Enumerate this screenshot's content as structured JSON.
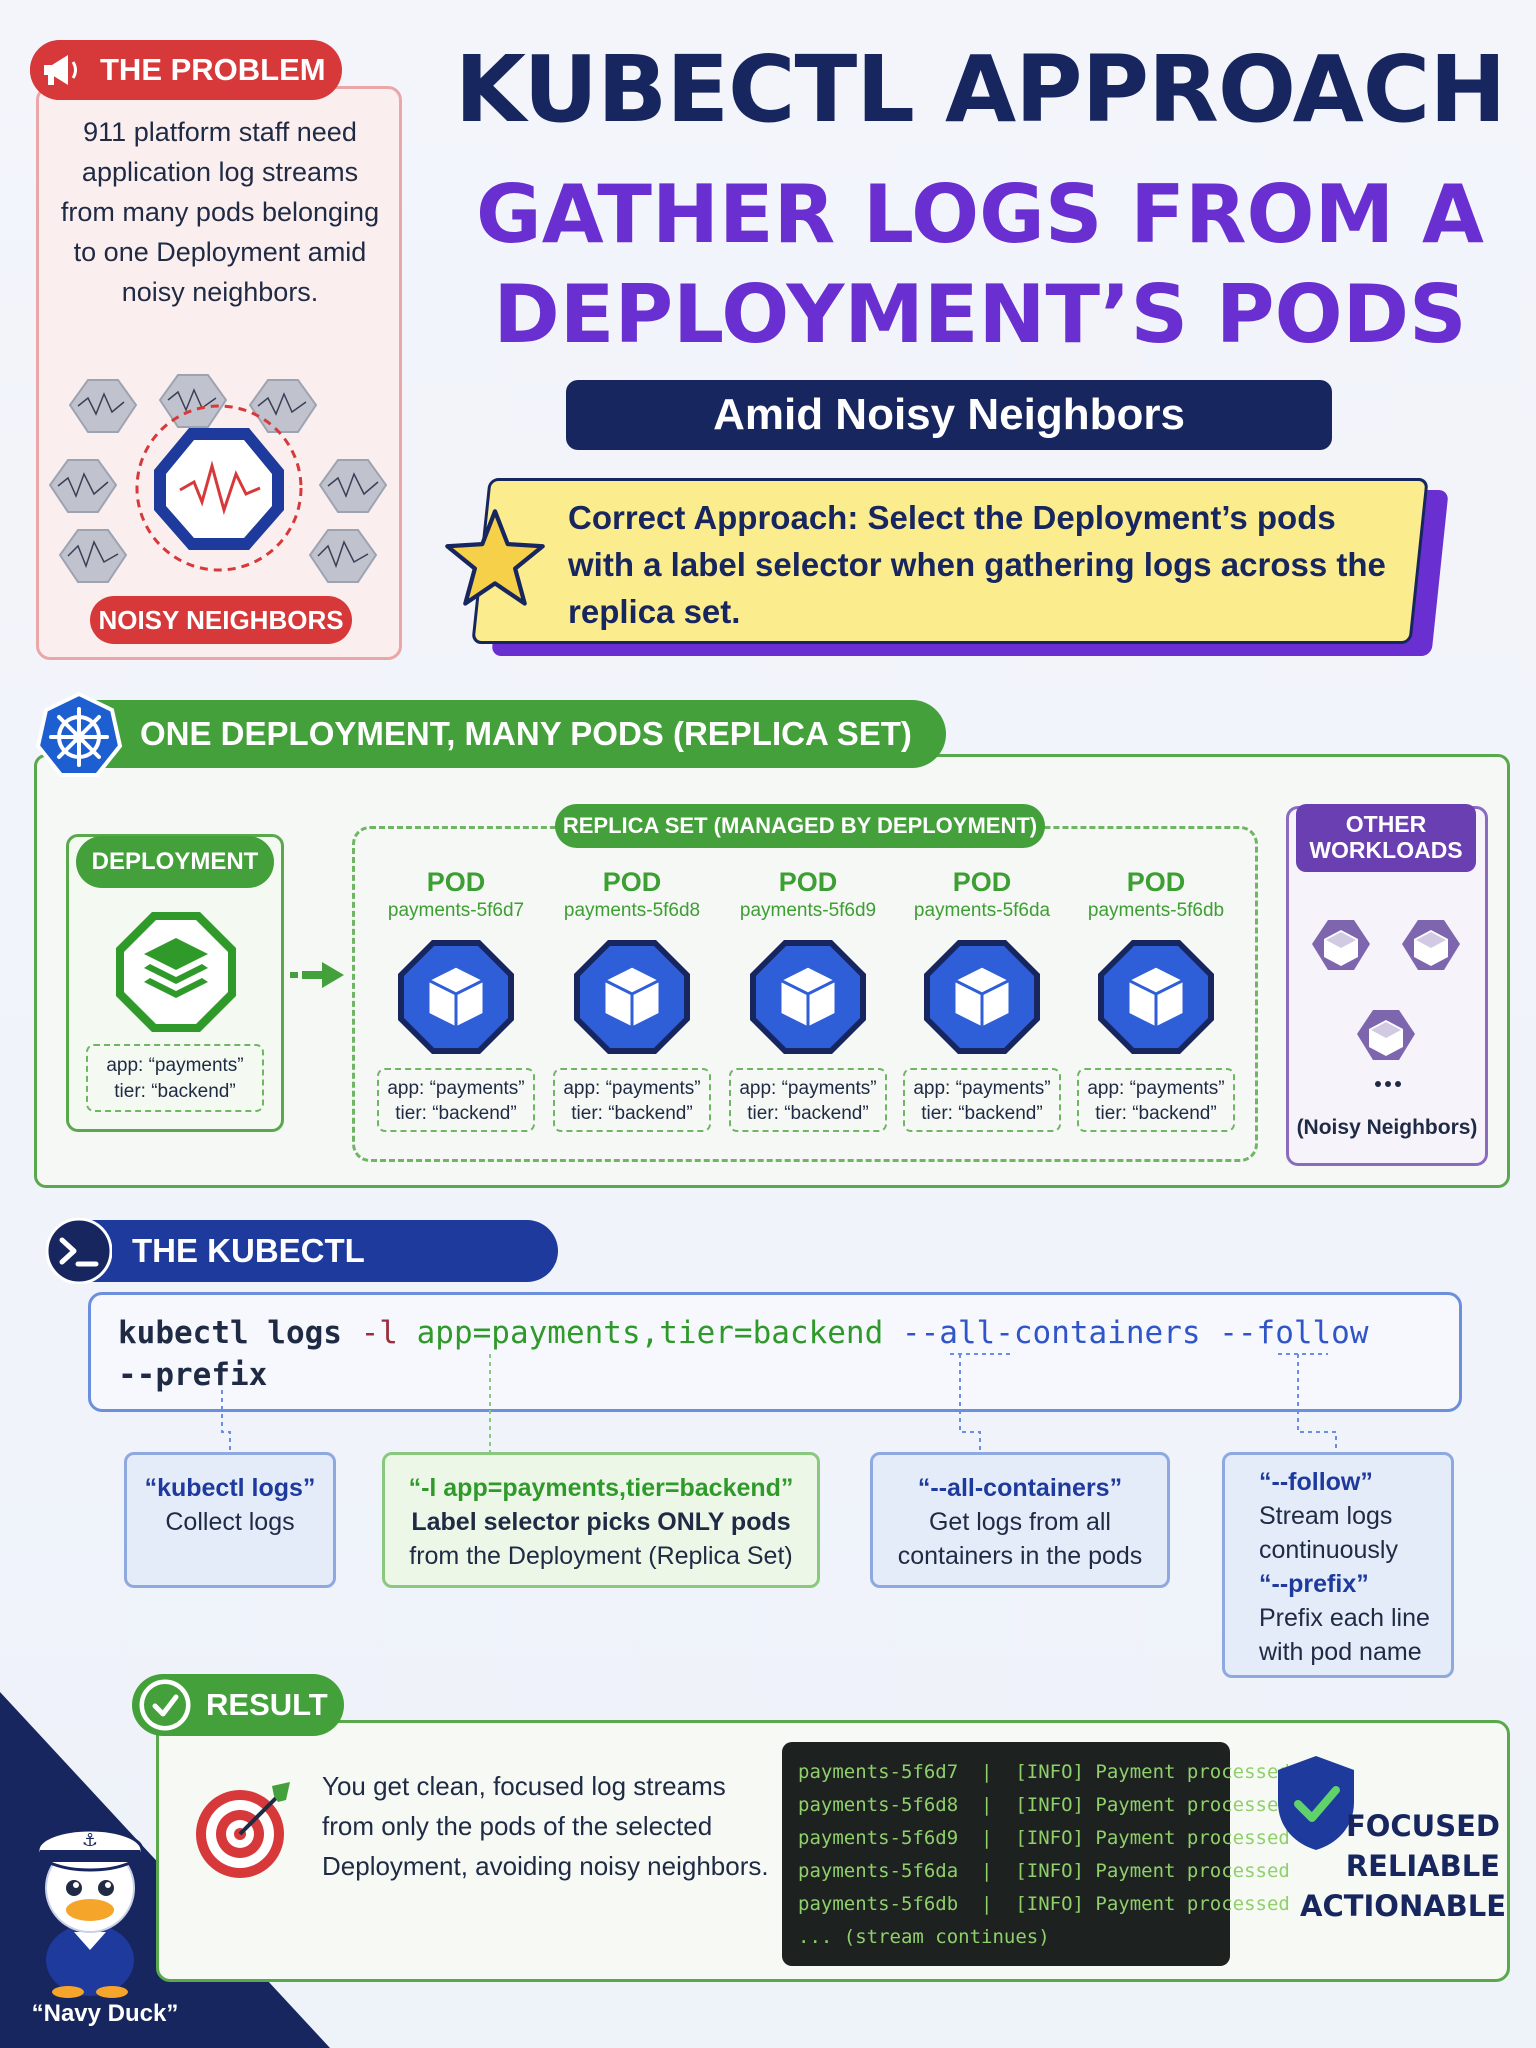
{
  "problem": {
    "badge": "THE PROBLEM",
    "text": "911 platform staff need application log streams from many pods belonging to one Deployment amid noisy neighbors.",
    "noisy_label": "NOISY NEIGHBORS"
  },
  "header": {
    "title": "KUBECTL APPROACH",
    "subtitle_line1": "GATHER LOGS FROM A",
    "subtitle_line2": "DEPLOYMENT’S PODS",
    "tagline": "Amid Noisy Neighbors"
  },
  "approach": {
    "text": "Correct Approach: Select the Deployment’s pods with a label selector when gathering logs across the replica set."
  },
  "section1": {
    "title": "ONE DEPLOYMENT, MANY PODS (REPLICA SET)",
    "deployment": {
      "label": "DEPLOYMENT",
      "app_label": "app: “payments”",
      "tier_label": "tier: “backend”"
    },
    "replicaset_label": "REPLICA SET (MANAGED BY DEPLOYMENT)",
    "pods": [
      {
        "title": "POD",
        "name": "payments-5f6d7",
        "app": "app: “payments”",
        "tier": "tier: “backend”"
      },
      {
        "title": "POD",
        "name": "payments-5f6d8",
        "app": "app: “payments”",
        "tier": "tier: “backend”"
      },
      {
        "title": "POD",
        "name": "payments-5f6d9",
        "app": "app: “payments”",
        "tier": "tier: “backend”"
      },
      {
        "title": "POD",
        "name": "payments-5f6da",
        "app": "app: “payments”",
        "tier": "tier: “backend”"
      },
      {
        "title": "POD",
        "name": "payments-5f6db",
        "app": "app: “payments”",
        "tier": "tier: “backend”"
      }
    ],
    "other": {
      "label_line1": "OTHER",
      "label_line2": "WORKLOADS",
      "caption": "(Noisy Neighbors)"
    }
  },
  "section2": {
    "title": "THE KUBECTL APPROACH",
    "command": {
      "cmd": "kubectl logs",
      "flag": "-l",
      "selector": "app=payments,tier=backend",
      "opt_all": "--all-containers",
      "opt_follow": "--follow",
      "opt_prefix": "--prefix"
    },
    "notes": {
      "kubectl_head": "“kubectl logs”",
      "kubectl_body": "Collect logs",
      "selector_head": "“-l app=payments,tier=backend”",
      "selector_body1": "Label selector picks ONLY pods",
      "selector_body2": "from the Deployment (Replica Set)",
      "allc_head": "“--all-containers”",
      "allc_body1": "Get logs from all",
      "allc_body2": "containers in the pods",
      "follow_head": "“--follow”",
      "follow_body1": "Stream logs",
      "follow_body2": "continuously",
      "prefix_head": "“--prefix”",
      "prefix_body1": "Prefix each line",
      "prefix_body2": "with pod name"
    }
  },
  "result": {
    "title": "RESULT",
    "text": "You get clean, focused log streams from only the pods of the selected Deployment, avoiding noisy neighbors.",
    "log_lines": [
      "payments-5f6d7  |  [INFO] Payment processed",
      "payments-5f6d8  |  [INFO] Payment processed",
      "payments-5f6d9  |  [INFO] Payment processed",
      "payments-5f6da  |  [INFO] Payment processed",
      "payments-5f6db  |  [INFO] Payment processed",
      "... (stream continues)"
    ],
    "words": [
      "FOCUSED",
      "RELIABLE",
      "ACTIONABLE"
    ]
  },
  "mascot": {
    "name": "“Navy Duck”"
  }
}
